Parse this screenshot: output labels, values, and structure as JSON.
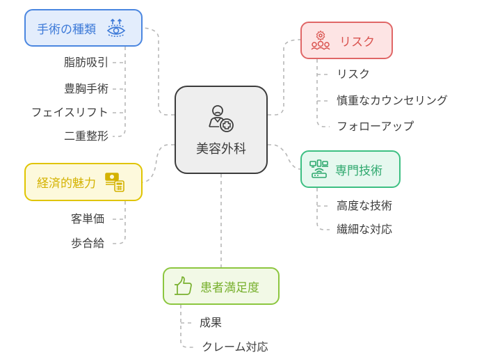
{
  "center": {
    "label": "美容外科",
    "icon": "doctor-plus-icon"
  },
  "colors": {
    "center_border": "#3b3b3b",
    "surgery": "#4a86e0",
    "risk": "#e06666",
    "tech": "#3cbf82",
    "economic": "#e0c400",
    "satisfaction": "#8cc63f",
    "connector": "#b7b7b7"
  },
  "branches": {
    "surgery": {
      "label": "手術の種類",
      "icon": "eye-lift-icon",
      "children": [
        "脂肪吸引",
        "豊胸手術",
        "フェイスリフト",
        "二重整形"
      ]
    },
    "risk": {
      "label": "リスク",
      "icon": "people-gear-icon",
      "children": [
        "リスク",
        "慎重なカウンセリング",
        "フォローアップ"
      ]
    },
    "tech": {
      "label": "専門技術",
      "icon": "network-devices-icon",
      "children": [
        "高度な技術",
        "繊細な対応"
      ]
    },
    "economic": {
      "label": "経済的魅力",
      "icon": "money-calculator-icon",
      "children": [
        "客単価",
        "歩合給"
      ]
    },
    "satisfaction": {
      "label": "患者満足度",
      "icon": "thumbs-up-icon",
      "children": [
        "成果",
        "クレーム対応"
      ]
    }
  }
}
